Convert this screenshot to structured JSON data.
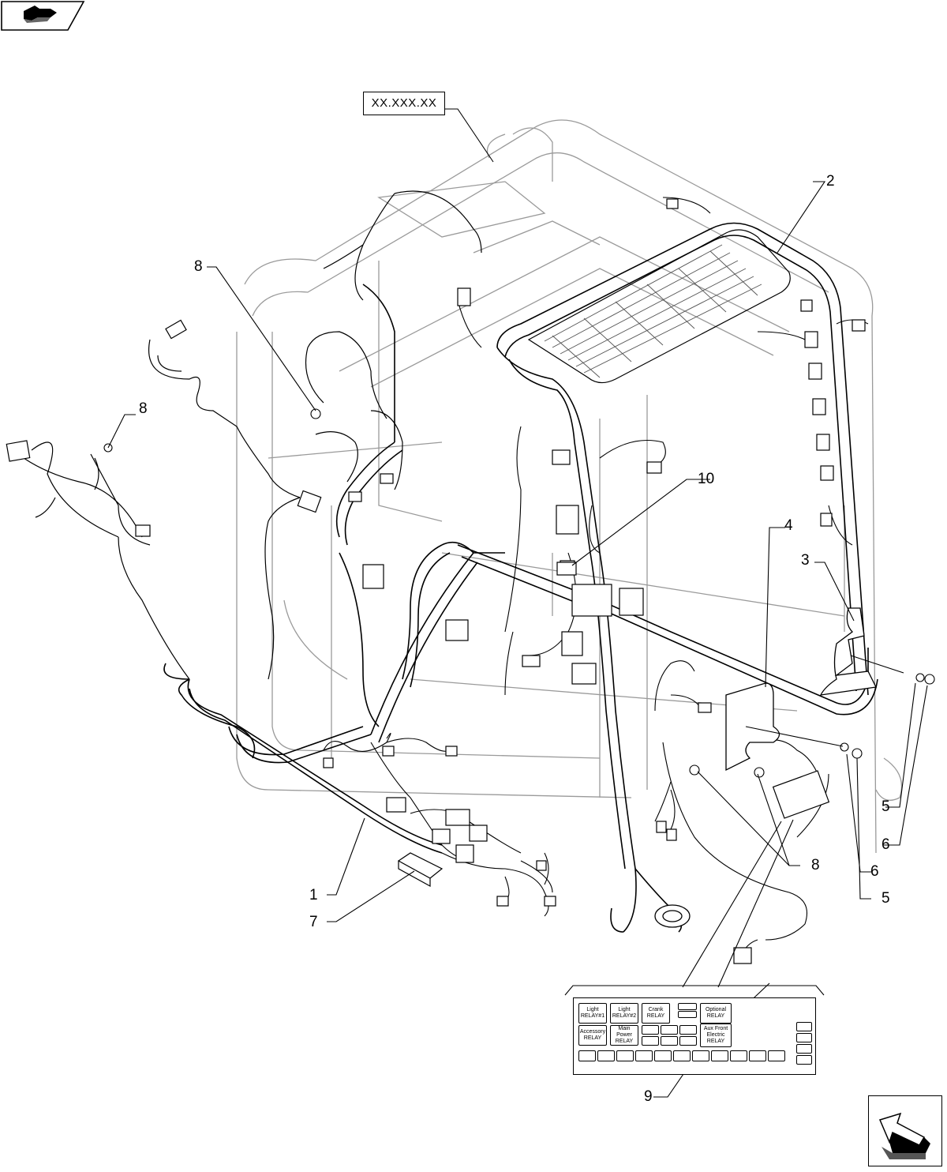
{
  "reference_code": "XX.XXX.XX",
  "callouts": {
    "c1": "1",
    "c2": "2",
    "c3": "3",
    "c4": "4",
    "c5a": "5",
    "c5b": "5",
    "c6a": "6",
    "c6b": "6",
    "c7": "7",
    "c8a": "8",
    "c8b": "8",
    "c8c": "8",
    "c9": "9",
    "c10": "10"
  },
  "relay_label": {
    "relays": [
      "Light RELAY#1",
      "Light RELAY#2",
      "Crank RELAY",
      "Optional RELAY",
      "Accessory RELAY",
      "Main Power RELAY",
      "Aux Front Electric RELAY"
    ]
  },
  "icons": {
    "top_left": "pointer-hand-icon",
    "bottom_right": "next-page-arrow-icon"
  },
  "colors": {
    "line": "#000000",
    "background": "#ffffff",
    "ghost": "#9a9a9a"
  }
}
